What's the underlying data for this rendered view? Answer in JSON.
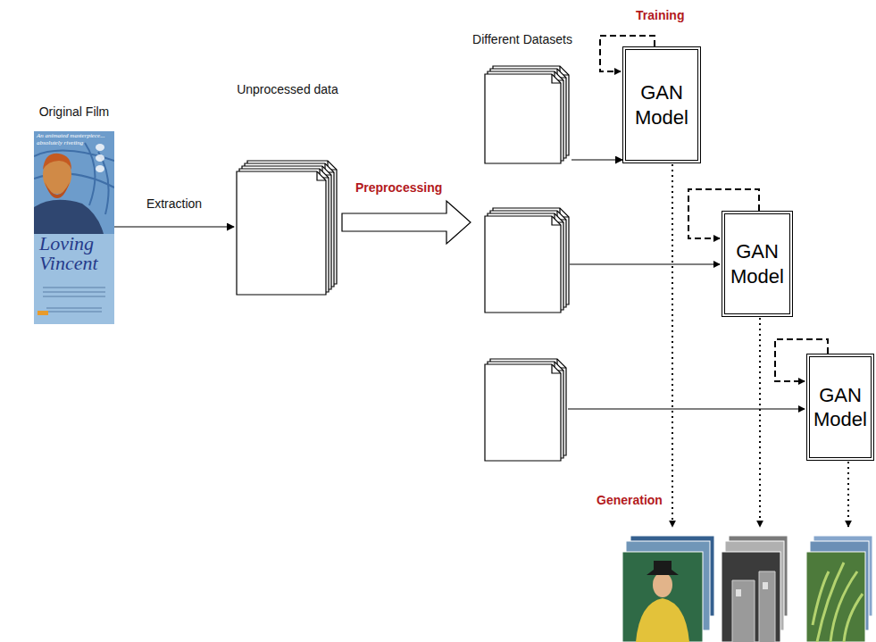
{
  "diagram": {
    "nodes": [
      {
        "text": [
          "Original Film"
        ]
      },
      {
        "text": [
          "Unprocessed data"
        ]
      },
      {
        "text": [
          "Different Datasets"
        ]
      },
      {
        "text": [
          "GAN Model"
        ]
      },
      {
        "text": [
          "GAN Model"
        ]
      },
      {
        "text": [
          "GAN Model"
        ]
      }
    ],
    "edges": [
      {
        "from": 0,
        "to": 1,
        "label": "Extraction",
        "arrow": "to"
      },
      {
        "from": 2,
        "to": 3,
        "arrow": "to"
      }
    ],
    "labels": [
      "Preprocessing",
      "Training",
      "Generation",
      "An animated masterpiece... absolutely riveting",
      "Loving Vincent"
    ]
  }
}
